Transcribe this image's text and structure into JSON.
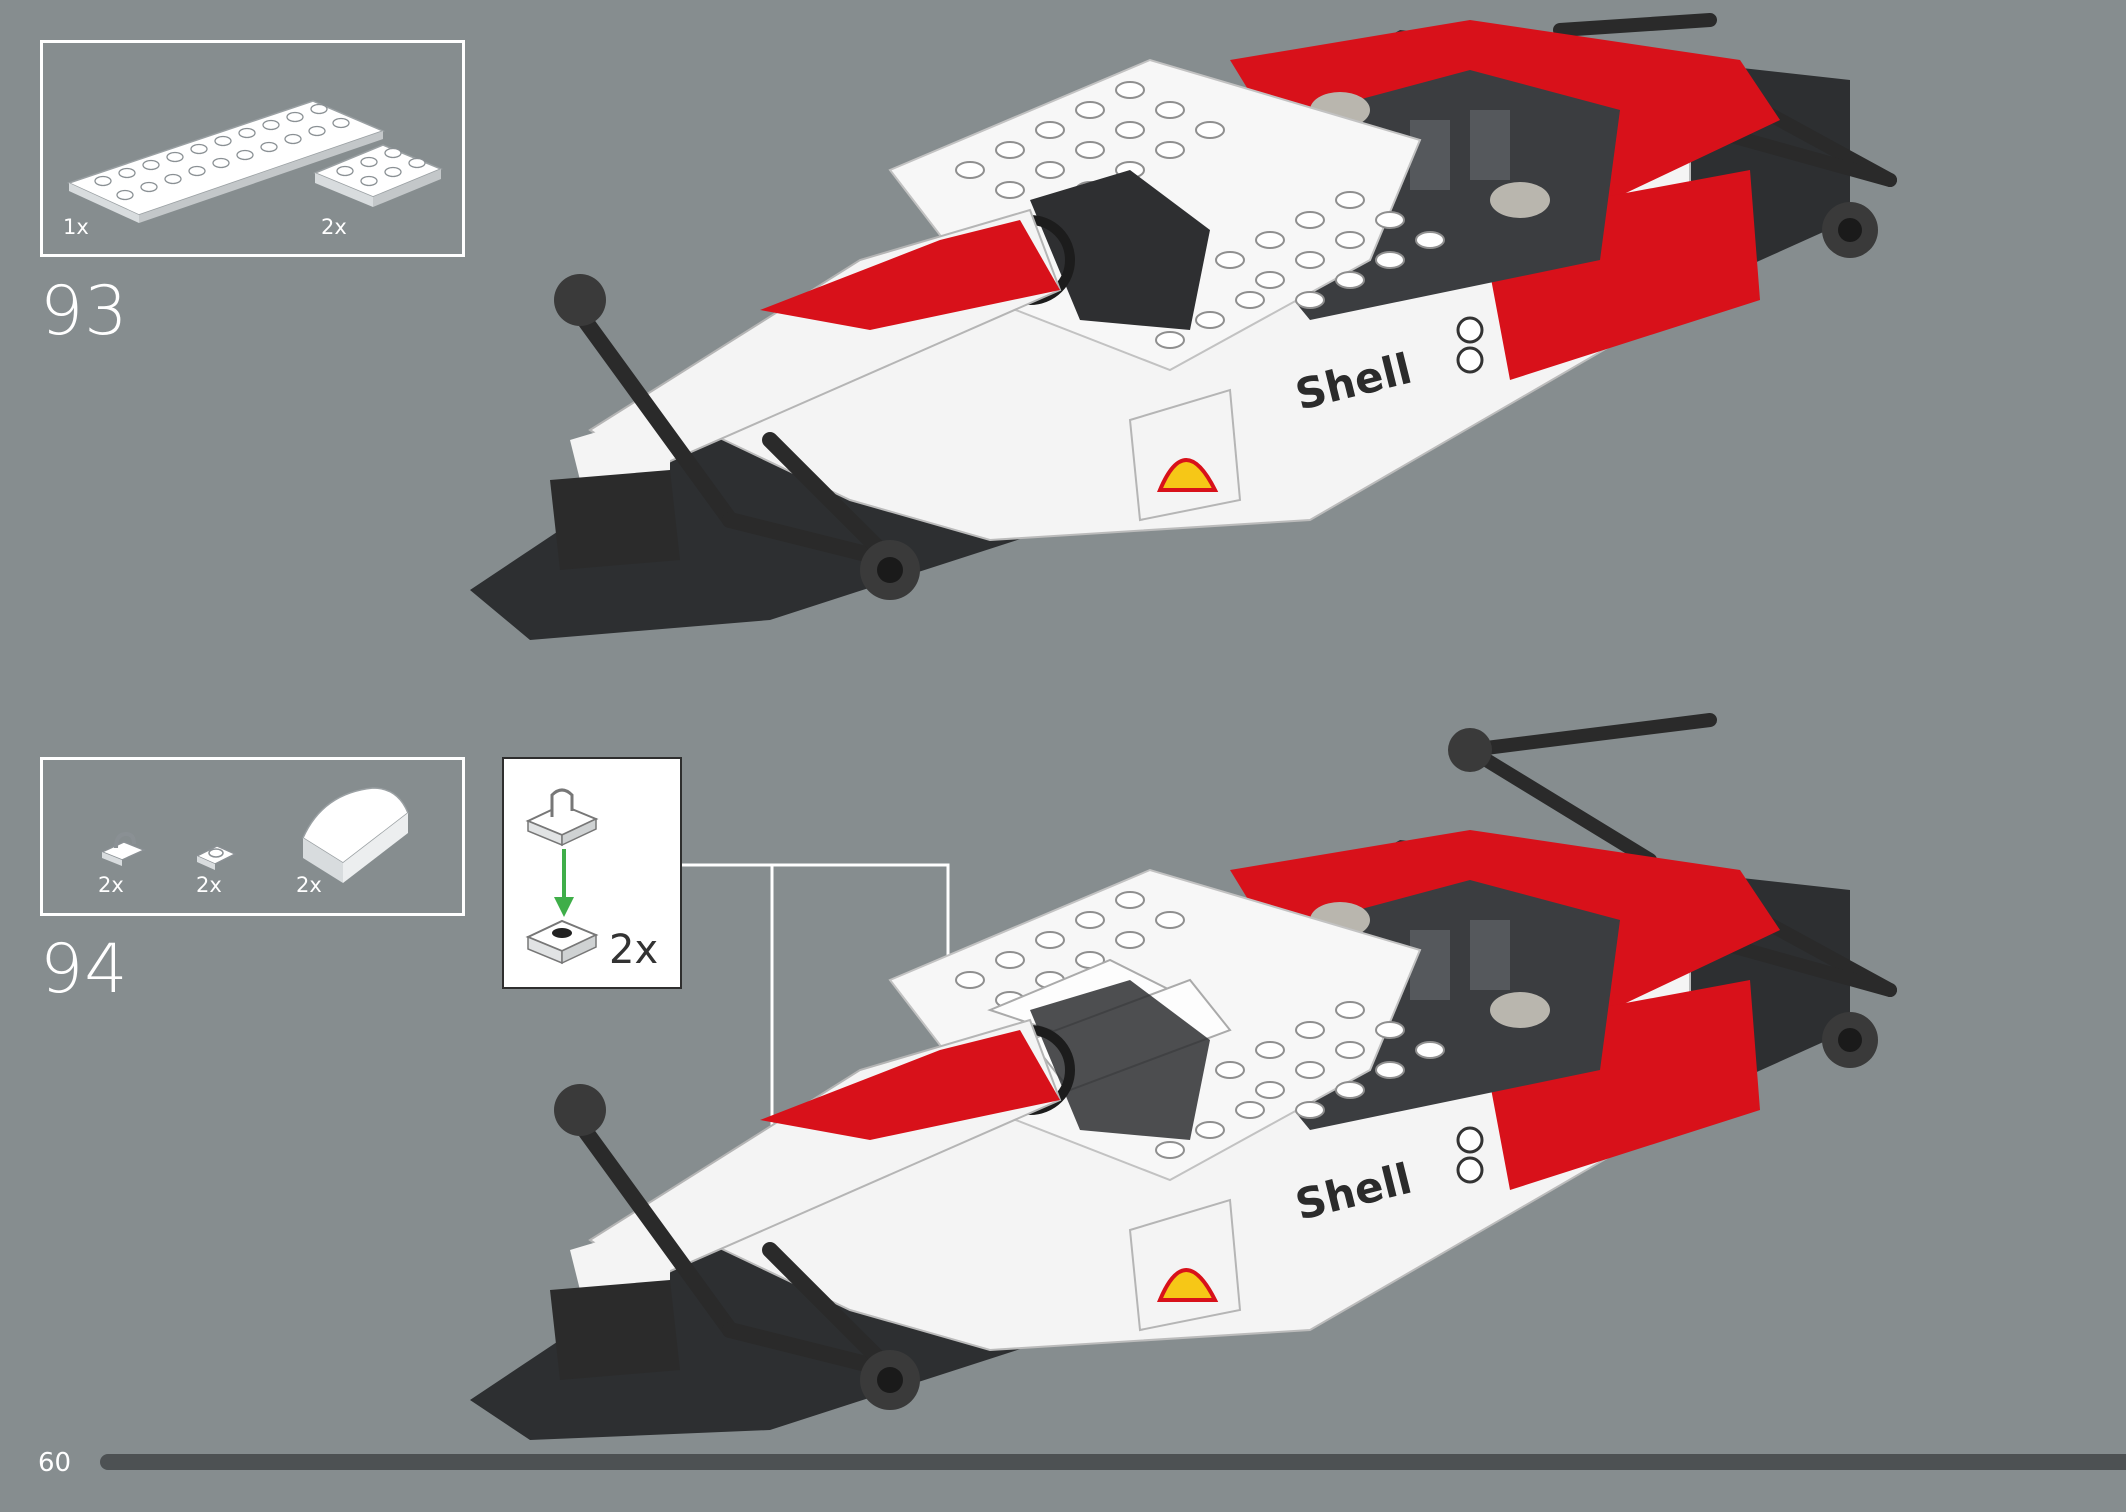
{
  "steps": [
    {
      "number": "93",
      "parts": [
        {
          "qty": "1x",
          "part": "white 2x10 plate"
        },
        {
          "qty": "2x",
          "part": "white 2x3 plate"
        }
      ]
    },
    {
      "number": "94",
      "parts": [
        {
          "qty": "2x",
          "part": "clip plate 1x1"
        },
        {
          "qty": "2x",
          "part": "plate 1x1 round"
        },
        {
          "qty": "2x",
          "part": "white curved slope"
        }
      ],
      "subassembly": {
        "qty": "2x"
      }
    }
  ],
  "footer": {
    "page_number": "60"
  },
  "colors": {
    "background": "#868d8f",
    "car_red": "#d8111a",
    "car_white": "#f4f4f4",
    "car_dark": "#2b2b2b",
    "arrow_green": "#3fae49"
  }
}
